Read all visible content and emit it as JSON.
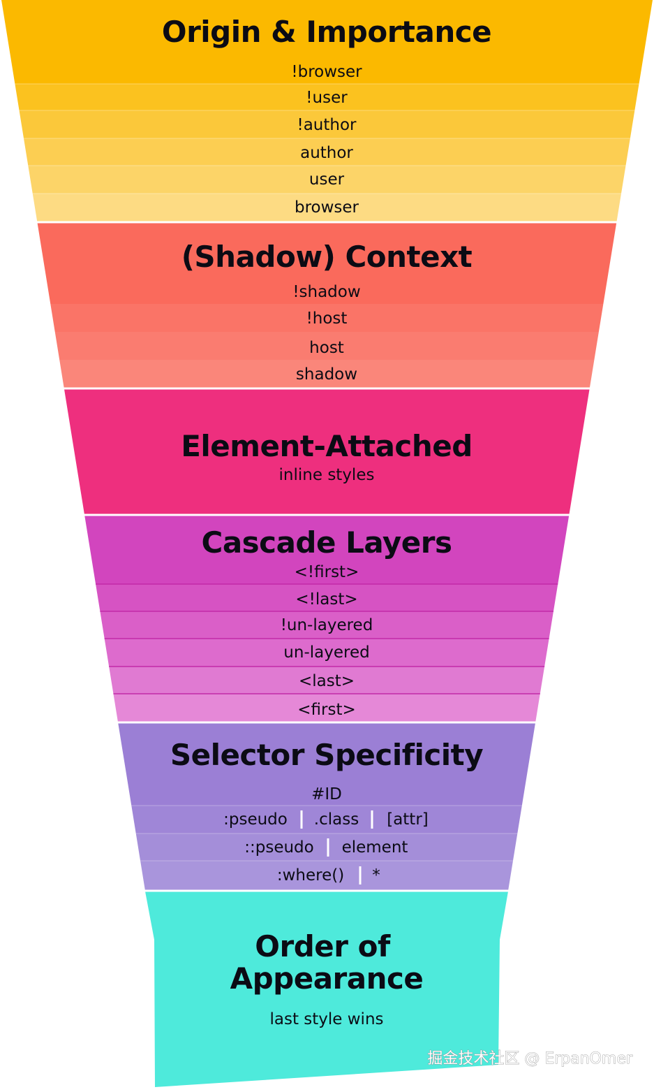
{
  "sections": [
    {
      "id": "origin",
      "title": "Origin & Importance",
      "items": [
        {
          "label": "!browser",
          "color": "#fbb900"
        },
        {
          "label": "!user",
          "color": "#fbc21f"
        },
        {
          "label": "!author",
          "color": "#fbc83a"
        },
        {
          "label": "author",
          "color": "#fcce52"
        },
        {
          "label": "user",
          "color": "#fcd468"
        },
        {
          "label": "browser",
          "color": "#fddb83"
        }
      ]
    },
    {
      "id": "shadow",
      "title": "(Shadow) Context",
      "items": [
        {
          "label": "!shadow",
          "color": "#fa6a5c"
        },
        {
          "label": "!host",
          "color": "#fa7467"
        },
        {
          "label": "host",
          "color": "#fa7c70"
        },
        {
          "label": "shadow",
          "color": "#fa867a"
        }
      ]
    },
    {
      "id": "element",
      "title": "Element-Attached",
      "subtitle": "inline styles",
      "color": "#ee2f7e"
    },
    {
      "id": "layers",
      "title": "Cascade Layers",
      "items": [
        {
          "label": "<!first>",
          "color": "#d245be"
        },
        {
          "label": "<!last>",
          "color": "#d653c3"
        },
        {
          "label": "!un-layered",
          "color": "#da5fc8"
        },
        {
          "label": "un-layered",
          "color": "#dd6bcd"
        },
        {
          "label": "<last>",
          "color": "#e07ad2"
        },
        {
          "label": "<first>",
          "color": "#e588d7"
        }
      ]
    },
    {
      "id": "specificity",
      "title": "Selector Specificity",
      "items": [
        {
          "parts": [
            "#ID"
          ],
          "color": "#9b7fd5"
        },
        {
          "parts": [
            ":pseudo",
            ".class",
            "[attr]"
          ],
          "color": "#9f86d7"
        },
        {
          "parts": [
            "::pseudo",
            "element"
          ],
          "color": "#a48ed9"
        },
        {
          "parts": [
            ":where()",
            "*"
          ],
          "color": "#a995dc"
        }
      ]
    },
    {
      "id": "order",
      "title_lines": [
        "Order of",
        "Appearance"
      ],
      "subtitle": "last style wins",
      "color": "#4eeadb"
    }
  ],
  "watermark": "掘金技术社区 @ ErpanOmer"
}
